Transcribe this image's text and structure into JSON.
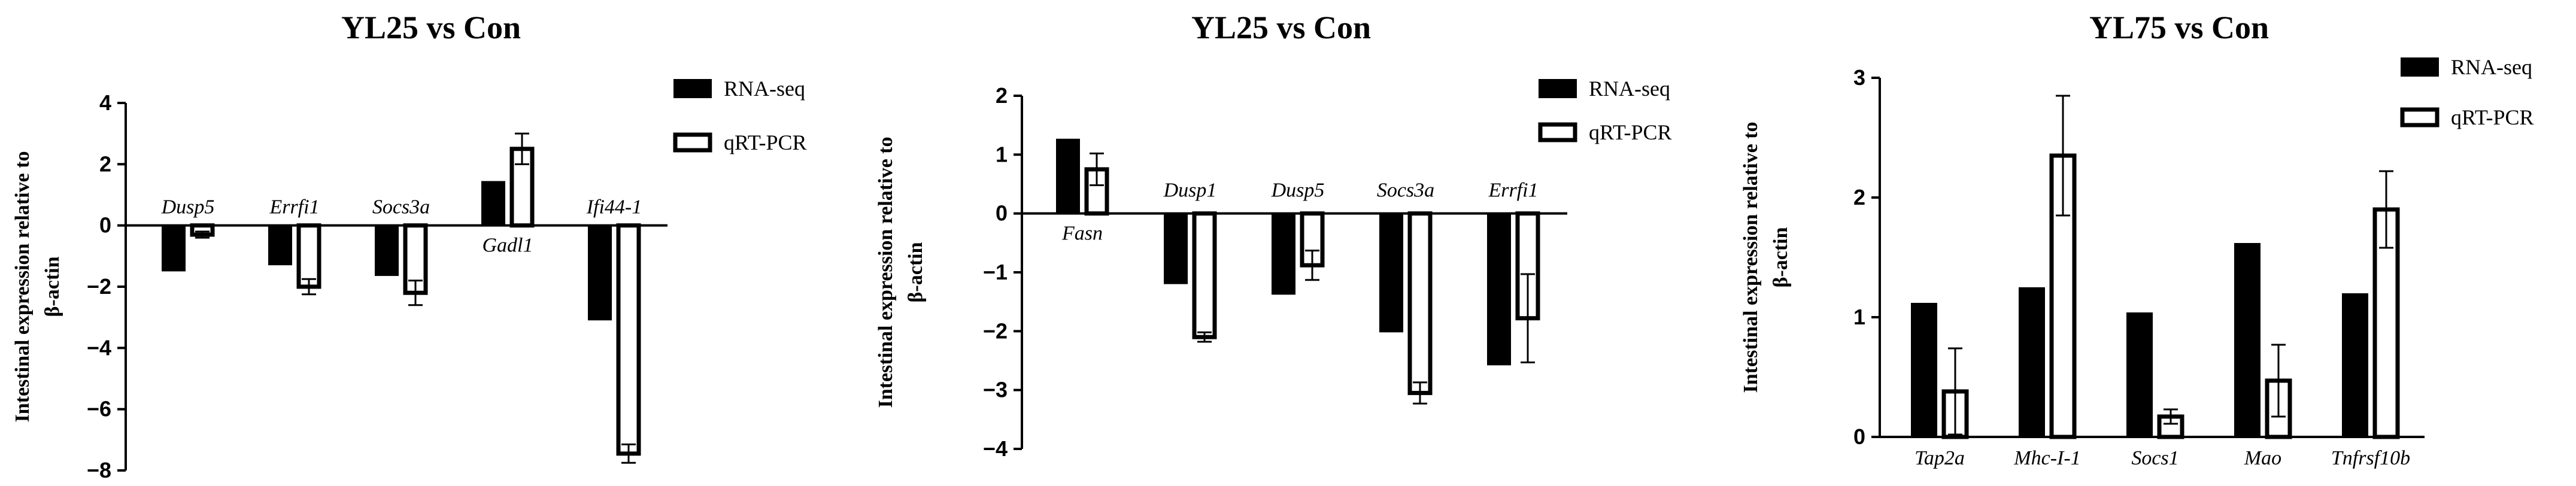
{
  "colors": {
    "rna": "#000000",
    "pcr_fill": "#ffffff",
    "stroke": "#000000"
  },
  "chart_data": [
    {
      "type": "bar",
      "title": "YL25 vs Con",
      "ylabel": [
        "Intestinal expression relative to",
        "β-actin"
      ],
      "ylim": [
        -8,
        4
      ],
      "yticks": [
        -8,
        -6,
        -4,
        -2,
        0,
        2,
        4
      ],
      "ytick_labels": [
        "−8",
        "−6",
        "−4",
        "−2",
        "0",
        "2",
        "4"
      ],
      "categories": [
        "Dusp5",
        "Errfi1",
        "Socs3a",
        "Gadl1",
        "Ifi44-1"
      ],
      "series": [
        {
          "name": "RNA-seq",
          "values": [
            -1.5,
            -1.3,
            -1.65,
            1.45,
            -3.1
          ],
          "errors": [
            0,
            0,
            0,
            0,
            0
          ]
        },
        {
          "name": "qRT-PCR",
          "values": [
            -0.3,
            -2.0,
            -2.2,
            2.5,
            -7.45
          ],
          "errors": [
            0.1,
            0.25,
            0.4,
            0.5,
            0.3
          ]
        }
      ],
      "legend": "top-right"
    },
    {
      "type": "bar",
      "title": "YL25 vs Con",
      "ylabel": [
        "Intestinal expression relative to",
        "β-actin"
      ],
      "ylim": [
        -4,
        2
      ],
      "yticks": [
        -4,
        -3,
        -2,
        -1,
        0,
        1,
        2
      ],
      "ytick_labels": [
        "−4",
        "−3",
        "−2",
        "−1",
        "0",
        "1",
        "2"
      ],
      "categories": [
        "Fasn",
        "Dusp1",
        "Dusp5",
        "Socs3a",
        "Errfi1"
      ],
      "series": [
        {
          "name": "RNA-seq",
          "values": [
            1.27,
            -1.2,
            -1.38,
            -2.02,
            -2.58
          ],
          "errors": [
            0,
            0,
            0,
            0,
            0
          ]
        },
        {
          "name": "qRT-PCR",
          "values": [
            0.75,
            -2.1,
            -0.88,
            -3.05,
            -1.78
          ],
          "errors": [
            0.27,
            0.08,
            0.25,
            0.18,
            0.75
          ]
        }
      ],
      "legend": "top-right"
    },
    {
      "type": "bar",
      "title": "YL75 vs Con",
      "ylabel": [
        "Intestinal expression relative to",
        "β-actin"
      ],
      "ylim": [
        0,
        3
      ],
      "yticks": [
        0,
        1,
        2,
        3
      ],
      "ytick_labels": [
        "0",
        "1",
        "2",
        "3"
      ],
      "categories": [
        "Tap2a",
        "Mhc-I-1",
        "Socs1",
        "Mao",
        "Tnfrsf10b"
      ],
      "series": [
        {
          "name": "RNA-seq",
          "values": [
            1.12,
            1.25,
            1.04,
            1.62,
            1.2
          ],
          "errors": [
            0,
            0,
            0,
            0,
            0
          ]
        },
        {
          "name": "qRT-PCR",
          "values": [
            0.38,
            2.35,
            0.17,
            0.47,
            1.9
          ],
          "errors": [
            0.36,
            0.5,
            0.06,
            0.3,
            0.32
          ]
        }
      ],
      "legend": "top-right"
    }
  ]
}
